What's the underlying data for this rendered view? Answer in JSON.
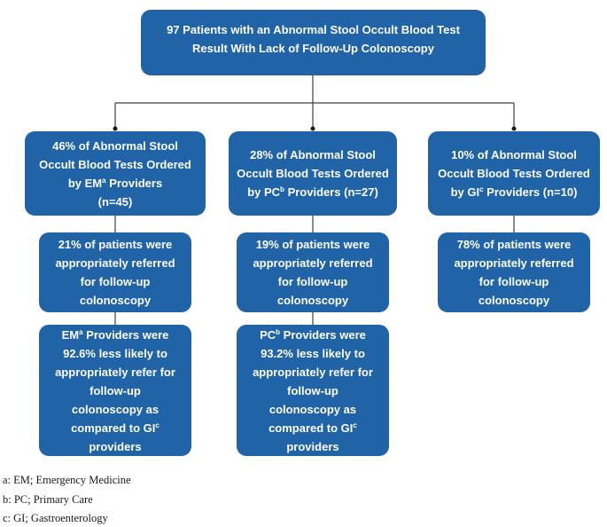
{
  "colors": {
    "box_fill": "#2063a7",
    "box_text": "#fdfdfd",
    "line": "#3f3f3f"
  },
  "root_box": {
    "text": "97 Patients with an Abnormal Stool Occult Blood Test\nResult With Lack of Follow-Up Colonoscopy"
  },
  "columns": [
    {
      "id": "em",
      "ordered": "46% of Abnormal Stool\nOccult Blood Tests Ordered\nby EM^a^ Providers\n(n=45)",
      "referred": "21% of patients were\nappropriately referred\nfor follow-up\ncolonoscopy",
      "comparison": "EM^a^ Providers were\n92.6% less likely to\nappropriately refer for\nfollow-up\ncolonoscopy as\ncompared to GI^c^\nproviders"
    },
    {
      "id": "pc",
      "ordered": "28% of Abnormal Stool\nOccult Blood Tests Ordered\nby PC^b^ Providers (n=27)",
      "referred": "19% of patients were\nappropriately referred\nfor follow-up\ncolonoscopy",
      "comparison": "PC^b^ Providers were\n93.2% less likely to\nappropriately refer for\nfollow-up\ncolonoscopy as\ncompared to GI^c^\nproviders"
    },
    {
      "id": "gi",
      "ordered": "10% of Abnormal Stool\nOccult Blood Tests Ordered\nby GI^c^ Providers (n=10)",
      "referred": "78% of patients were\nappropriately referred\nfor follow-up\ncolonoscopy"
    }
  ],
  "footnotes": [
    "a: EM; Emergency Medicine",
    "b: PC; Primary Care",
    "c: GI; Gastroenterology"
  ]
}
